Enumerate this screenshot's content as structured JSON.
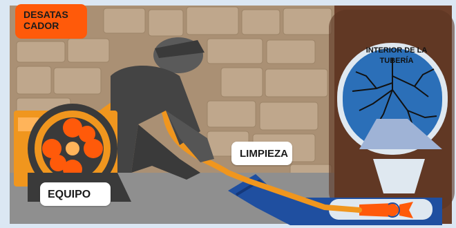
{
  "title_badge": "DESATASCADOR",
  "title_badge_lines": [
    "DESATAS",
    "CADOR"
  ],
  "labels": {
    "cleaning": "LIMPIEZA",
    "equipment": "EQUIPO",
    "pipe_interior_line1": "INTERIOR DE LA",
    "pipe_interior_line2": "TUBERÍA"
  },
  "colors": {
    "accent": "#ff5a0a",
    "hose": "#f0961e",
    "pipe_blue": "#1f4fa0",
    "pipe_interior": "#2b6fb8",
    "wall_brown": "#6b3f2a",
    "stone": "#bfa78c",
    "ground": "#8f8f8f"
  },
  "icons": [
    "hose-reel-icon",
    "worker-figure",
    "drain-pipe-icon",
    "root-blockage-icon",
    "cutter-head-icon",
    "rotation-arrow-icon"
  ]
}
